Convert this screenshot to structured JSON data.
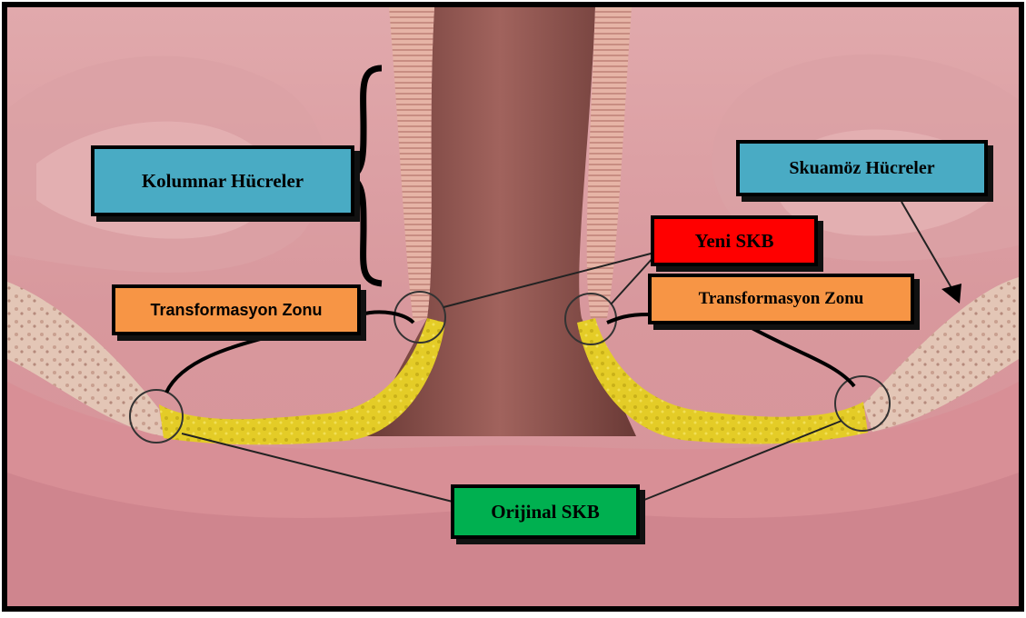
{
  "diagram": {
    "labels": {
      "kolumnar": "Kolumnar Hücreler",
      "skuamoz": "Skuamöz Hücreler",
      "yeni_skb": "Yeni SKB",
      "transformasyon_left": "Transformasyon Zonu",
      "transformasyon_right": "Transformasyon Zonu",
      "orijinal_skb": "Orijinal SKB"
    },
    "colors": {
      "columnar_label": "#49abc4",
      "transformation_label": "#f79545",
      "new_scj_label": "#ff0000",
      "original_scj_label": "#00b050",
      "transformation_zone_tissue": "#e6cf2a",
      "squamous_tissue": "#e3c4b4",
      "canal": "#7a4743",
      "background_tissue": "#d99aa0",
      "frame": "#000000"
    }
  }
}
